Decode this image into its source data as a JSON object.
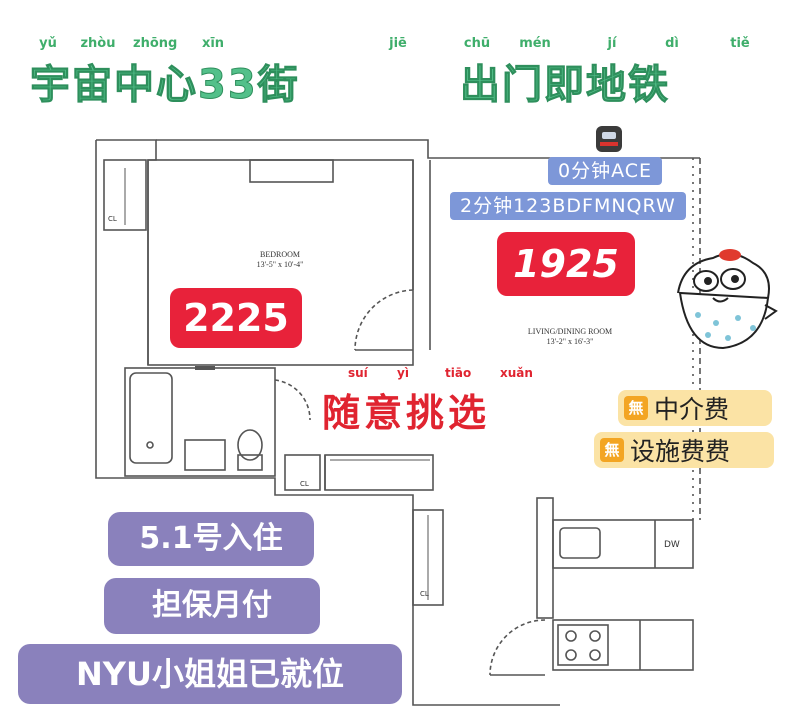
{
  "header": {
    "title_part1": "宇宙中心33街",
    "title_part2": "出门即地铁",
    "pinyin": [
      "yǔ",
      "zhòu",
      "zhōng",
      "xīn",
      "jiē",
      "chū",
      "mén",
      "jí",
      "dì",
      "tiě"
    ]
  },
  "transit": {
    "icon": "metro-icon",
    "line1": "0分钟ACE",
    "line2": "2分钟123BDFMNQRW"
  },
  "floorplan": {
    "bedroom_label": "BEDROOM",
    "bedroom_dims": "13'-5\" x 10'-4\"",
    "living_label": "LIVING/DINING ROOM",
    "living_dims": "13'-2\" x 16'-3\"",
    "closet": "CL",
    "dishwasher": "DW"
  },
  "prices": {
    "bedroom_price": "2225",
    "living_price": "1925"
  },
  "pick": {
    "text": "随意挑选",
    "pinyin": [
      "suí",
      "yì",
      "tiāo",
      "xuǎn"
    ]
  },
  "fees": {
    "badge": "無",
    "no_agent_fee": "中介费",
    "no_amenity_fee": "设施费费"
  },
  "info": {
    "move_in": "5.1号入住",
    "guarantee": "担保月付",
    "roommate": "NYU小姐姐已就位"
  },
  "colors": {
    "title_green": "#53c08a",
    "price_red": "#e8223a",
    "badge_blue": "#7d97d8",
    "pick_red": "#e02430",
    "tag_orange": "#fbe3a5",
    "tag_purple": "#8a81bc"
  }
}
